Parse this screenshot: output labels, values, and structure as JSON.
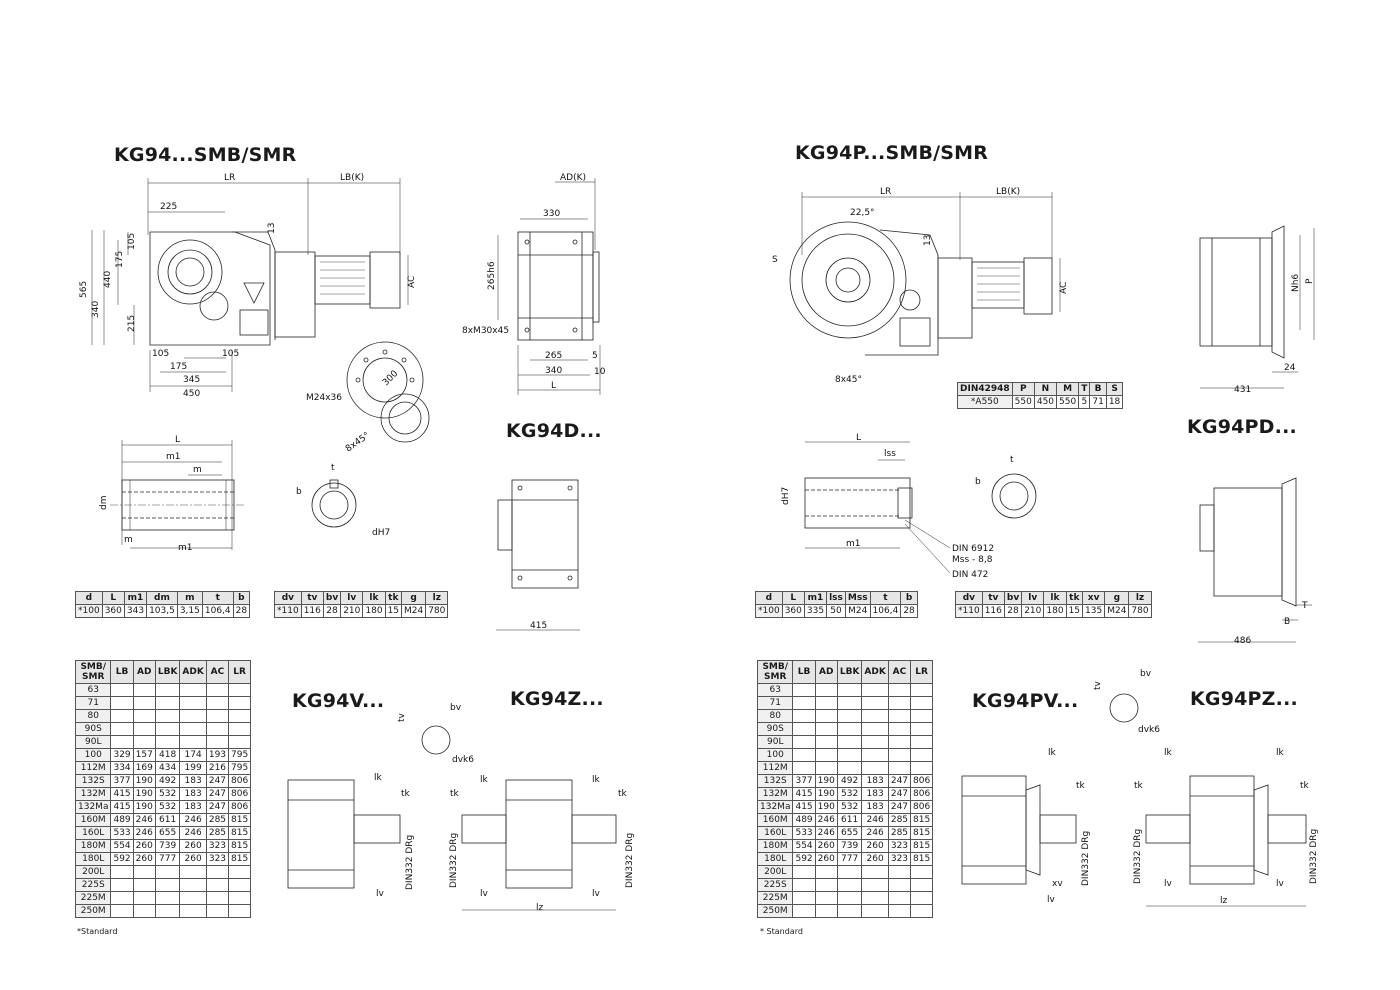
{
  "titles": {
    "left_main": "KG94...SMB/SMR",
    "left_d": "KG94D...",
    "left_v": "KG94V...",
    "left_z": "KG94Z...",
    "right_main": "KG94P...SMB/SMR",
    "right_pd": "KG94PD...",
    "right_pv": "KG94PV...",
    "right_pz": "KG94PZ..."
  },
  "dims": {
    "lr": "LR",
    "lbk": "LB(K)",
    "adk": "AD(K)",
    "ac": "AC",
    "l": "L",
    "d225": "225",
    "d105a": "105",
    "d175a": "175",
    "d440": "440",
    "d565": "565",
    "d340": "340",
    "d215": "215",
    "d13": "13",
    "d105b": "105",
    "d105c": "105",
    "d175b": "175",
    "d345": "345",
    "d450": "450",
    "d330": "330",
    "d265h6": "265h6",
    "m30": "8xM30x45",
    "d265": "265",
    "d5": "5",
    "d340b": "340",
    "d10": "10",
    "d300": "300",
    "m24": "M24x36",
    "a45": "8x45°",
    "m1": "m1",
    "m": "m",
    "dm": "dm",
    "b": "b",
    "t": "t",
    "dh7": "dH7",
    "d415": "415",
    "bv": "bv",
    "tv": "tv",
    "dvk6": "dvk6",
    "lk": "lk",
    "tk": "tk",
    "lv": "lv",
    "lz": "lz",
    "din332": "DIN332 DRg",
    "d22": "22,5°",
    "s": "S",
    "nh6": "Nh6",
    "p": "P",
    "d431": "431",
    "d24": "24",
    "lss": "lss",
    "din6912": "DIN 6912",
    "mss": "Mss - 8,8",
    "din472": "DIN 472",
    "d486": "486",
    "tT": "T",
    "bB": "B",
    "xv": "xv"
  },
  "shaft_table_left": {
    "headers": [
      "d",
      "L",
      "m1",
      "dm",
      "m",
      "t",
      "b"
    ],
    "row": [
      "*100",
      "360",
      "343",
      "103,5",
      "3,15",
      "106,4",
      "28"
    ]
  },
  "hollow_table_left": {
    "headers": [
      "dv",
      "tv",
      "bv",
      "lv",
      "lk",
      "tk",
      "g",
      "lz"
    ],
    "row": [
      "*110",
      "116",
      "28",
      "210",
      "180",
      "15",
      "M24",
      "780"
    ]
  },
  "shaft_table_right": {
    "headers": [
      "d",
      "L",
      "m1",
      "lss",
      "Mss",
      "t",
      "b"
    ],
    "row": [
      "*100",
      "360",
      "335",
      "50",
      "M24",
      "106,4",
      "28"
    ]
  },
  "hollow_table_right": {
    "headers": [
      "dv",
      "tv",
      "bv",
      "lv",
      "lk",
      "tk",
      "xv",
      "g",
      "lz"
    ],
    "row": [
      "*110",
      "116",
      "28",
      "210",
      "180",
      "15",
      "135",
      "M24",
      "780"
    ]
  },
  "din_table": {
    "headers": [
      "DIN42948",
      "P",
      "N",
      "M",
      "T",
      "B",
      "S"
    ],
    "row": [
      "*A550",
      "550",
      "450",
      "550",
      "5",
      "71",
      "18"
    ]
  },
  "motor_table_left": {
    "headers": [
      "SMB/ SMR",
      "LB",
      "AD",
      "LBK",
      "ADK",
      "AC",
      "LR"
    ],
    "rows": [
      [
        "63",
        "",
        "",
        "",
        "",
        "",
        ""
      ],
      [
        "71",
        "",
        "",
        "",
        "",
        "",
        ""
      ],
      [
        "80",
        "",
        "",
        "",
        "",
        "",
        ""
      ],
      [
        "90S",
        "",
        "",
        "",
        "",
        "",
        ""
      ],
      [
        "90L",
        "",
        "",
        "",
        "",
        "",
        ""
      ],
      [
        "100",
        "329",
        "157",
        "418",
        "174",
        "193",
        "795"
      ],
      [
        "112M",
        "334",
        "169",
        "434",
        "199",
        "216",
        "795"
      ],
      [
        "132S",
        "377",
        "190",
        "492",
        "183",
        "247",
        "806"
      ],
      [
        "132M",
        "415",
        "190",
        "532",
        "183",
        "247",
        "806"
      ],
      [
        "132Ma",
        "415",
        "190",
        "532",
        "183",
        "247",
        "806"
      ],
      [
        "160M",
        "489",
        "246",
        "611",
        "246",
        "285",
        "815"
      ],
      [
        "160L",
        "533",
        "246",
        "655",
        "246",
        "285",
        "815"
      ],
      [
        "180M",
        "554",
        "260",
        "739",
        "260",
        "323",
        "815"
      ],
      [
        "180L",
        "592",
        "260",
        "777",
        "260",
        "323",
        "815"
      ],
      [
        "200L",
        "",
        "",
        "",
        "",
        "",
        ""
      ],
      [
        "225S",
        "",
        "",
        "",
        "",
        "",
        ""
      ],
      [
        "225M",
        "",
        "",
        "",
        "",
        "",
        ""
      ],
      [
        "250M",
        "",
        "",
        "",
        "",
        "",
        ""
      ]
    ],
    "note": "*Standard"
  },
  "motor_table_right": {
    "headers": [
      "SMB/ SMR",
      "LB",
      "AD",
      "LBK",
      "ADK",
      "AC",
      "LR"
    ],
    "rows": [
      [
        "63",
        "",
        "",
        "",
        "",
        "",
        ""
      ],
      [
        "71",
        "",
        "",
        "",
        "",
        "",
        ""
      ],
      [
        "80",
        "",
        "",
        "",
        "",
        "",
        ""
      ],
      [
        "90S",
        "",
        "",
        "",
        "",
        "",
        ""
      ],
      [
        "90L",
        "",
        "",
        "",
        "",
        "",
        ""
      ],
      [
        "100",
        "",
        "",
        "",
        "",
        "",
        ""
      ],
      [
        "112M",
        "",
        "",
        "",
        "",
        "",
        ""
      ],
      [
        "132S",
        "377",
        "190",
        "492",
        "183",
        "247",
        "806"
      ],
      [
        "132M",
        "415",
        "190",
        "532",
        "183",
        "247",
        "806"
      ],
      [
        "132Ma",
        "415",
        "190",
        "532",
        "183",
        "247",
        "806"
      ],
      [
        "160M",
        "489",
        "246",
        "611",
        "246",
        "285",
        "815"
      ],
      [
        "160L",
        "533",
        "246",
        "655",
        "246",
        "285",
        "815"
      ],
      [
        "180M",
        "554",
        "260",
        "739",
        "260",
        "323",
        "815"
      ],
      [
        "180L",
        "592",
        "260",
        "777",
        "260",
        "323",
        "815"
      ],
      [
        "200L",
        "",
        "",
        "",
        "",
        "",
        ""
      ],
      [
        "225S",
        "",
        "",
        "",
        "",
        "",
        ""
      ],
      [
        "225M",
        "",
        "",
        "",
        "",
        "",
        ""
      ],
      [
        "250M",
        "",
        "",
        "",
        "",
        "",
        ""
      ]
    ],
    "note": "* Standard"
  }
}
